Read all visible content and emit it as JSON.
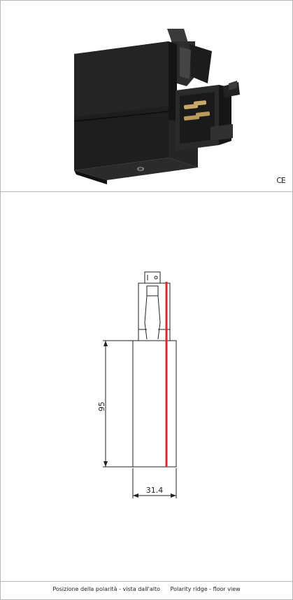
{
  "certification": {
    "mark": "CE"
  },
  "drawing": {
    "height_dimension": "95",
    "width_dimension": "31.4",
    "polarity_color": "#e1262d"
  },
  "caption": {
    "italian": "Posizione della polarità - vista dall'alto",
    "english": "Polarity ridge - floor view"
  }
}
